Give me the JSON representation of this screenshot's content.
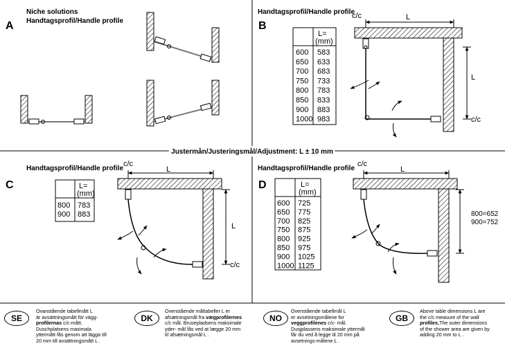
{
  "panels": {
    "A": {
      "letter": "A",
      "title_line1": "Niche solutions",
      "title_line2": "Handtagsprofil/Handle profile"
    },
    "B": {
      "letter": "B",
      "title": "Handtagsprofil/Handle profile",
      "cc_label": "c/c",
      "cc_label2": "c/c",
      "L_label": "L",
      "L_label2": "L"
    },
    "C": {
      "letter": "C",
      "title": "Handtagsprofil/Handle profile",
      "cc_label": "c/c",
      "cc_label2": "c/c",
      "L_label": "L",
      "L_label2": "L"
    },
    "D": {
      "letter": "D",
      "title": "Handtagsprofil/Handle profile",
      "cc_label": "c/c",
      "L_label": "L",
      "L_label2": "L",
      "side_note1": "800=652",
      "side_note2": "900=752"
    }
  },
  "adjustment_caption": "Justermån/Justeringsmål/Adjustment: L ± 10 mm",
  "tables": {
    "B": {
      "header_L": "L=",
      "header_unit": "(mm)",
      "rows": [
        [
          "600",
          "583"
        ],
        [
          "650",
          "633"
        ],
        [
          "700",
          "683"
        ],
        [
          "750",
          "733"
        ],
        [
          "800",
          "783"
        ],
        [
          "850",
          "833"
        ],
        [
          "900",
          "883"
        ],
        [
          "1000",
          "983"
        ]
      ]
    },
    "C": {
      "header_L": "L=",
      "header_unit": "(mm)",
      "rows": [
        [
          "800",
          "783"
        ],
        [
          "900",
          "883"
        ]
      ]
    },
    "D": {
      "header_L": "L=",
      "header_unit": "(mm)",
      "rows": [
        [
          "600",
          "725"
        ],
        [
          "650",
          "775"
        ],
        [
          "700",
          "825"
        ],
        [
          "750",
          "875"
        ],
        [
          "800",
          "925"
        ],
        [
          "850",
          "975"
        ],
        [
          "900",
          "1025"
        ],
        [
          "1000",
          "1125"
        ]
      ]
    }
  },
  "footer": [
    {
      "code": "SE",
      "l1": "Ovanstående tabellmått L",
      "l2": "är avsättningsmått för vägg-",
      "l3b": "profilernas",
      "l3": " c/c-mått.",
      "l4": "Duschplatsens maximala",
      "l5": "yttermått fås genom att lägga till",
      "l6": "20 mm till avsättningsmått L ."
    },
    {
      "code": "DK",
      "l1": "Ovenstående måltabeller L er",
      "l2": "afsætningsmål fra ",
      "l2b": "vægprofilernes",
      "l3": "c/c mål. Brusepladsens maksimale",
      "l4": "yder- mål fås ved at lægge 20 mm",
      "l5": "til afsætningsmål L ."
    },
    {
      "code": "NO",
      "l1": "Ovenstående tabellmål L",
      "l2": "er avsetningsmålene for",
      "l3b": "veggprofilenes",
      "l3": " c/c- mål.",
      "l4": "Dusjplassens maksimale yttermål",
      "l5": "får du ved å legge til 20 mm på",
      "l6": "avsetnings-målene L ."
    },
    {
      "code": "GB",
      "l1": "Above table dimensions L are",
      "l2": "the c/c measure of the wall",
      "l3b": "profiles.",
      "l3": "The outer dimensions",
      "l4": "of the shower area are given by",
      "l5": "adding 20 mm to L ."
    }
  ]
}
